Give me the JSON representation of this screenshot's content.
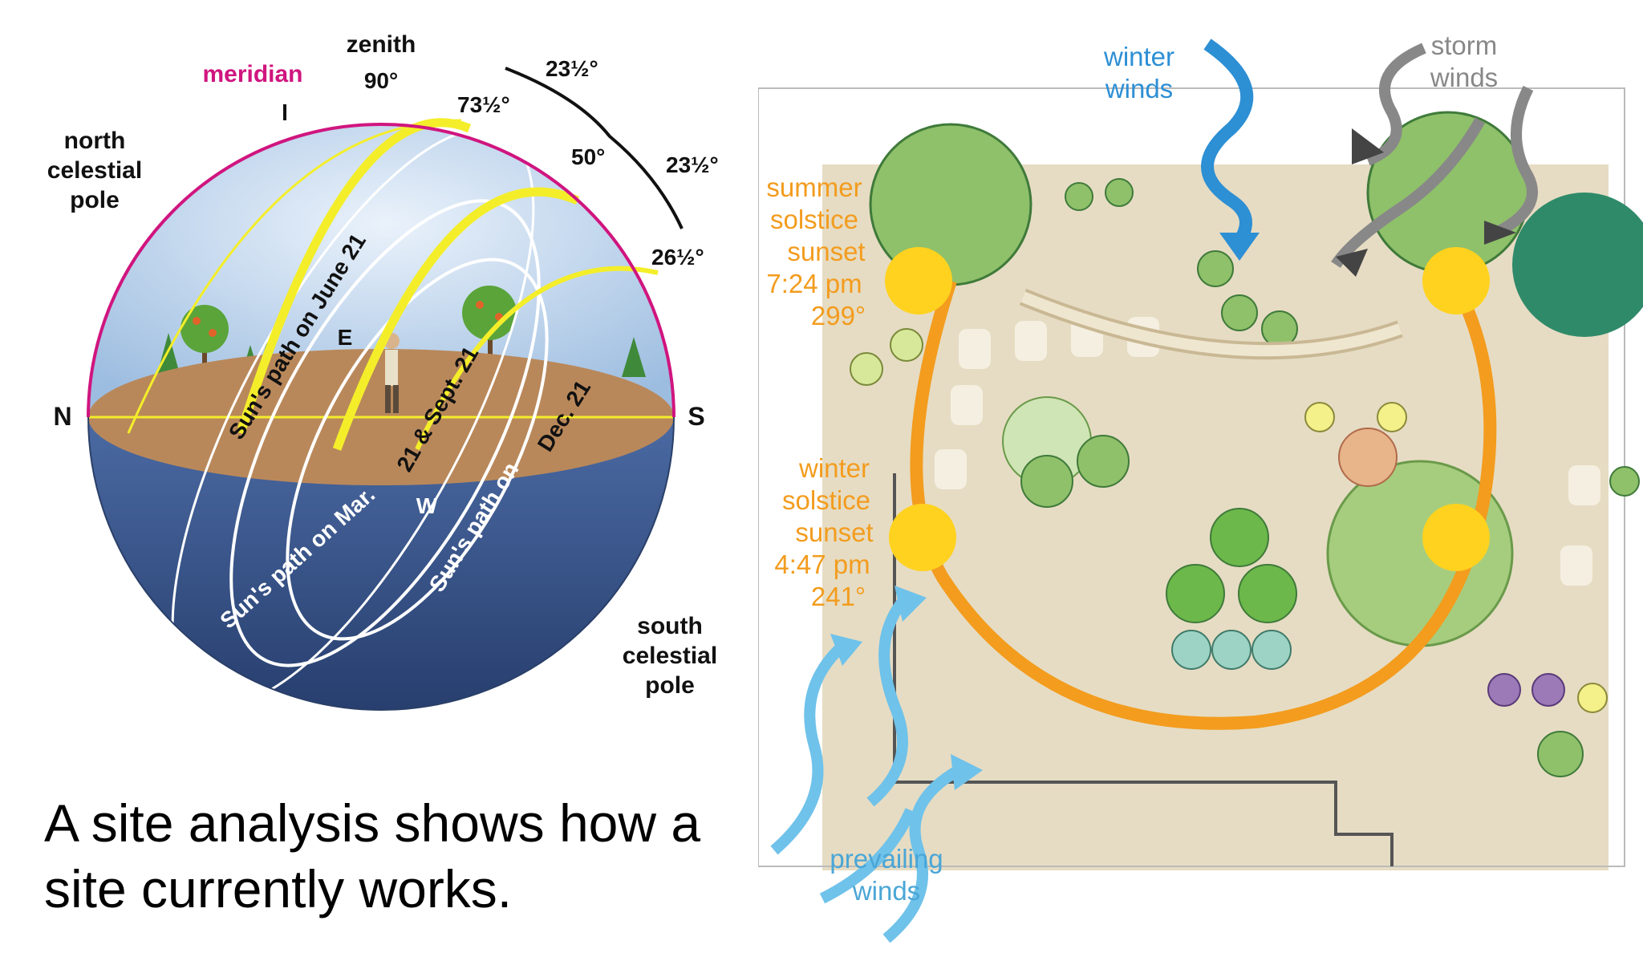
{
  "sphere": {
    "labels": {
      "zenith": "zenith",
      "meridian": "meridian",
      "north_celestial_pole": [
        "north",
        "celestial",
        "pole"
      ],
      "south_celestial_pole": [
        "south",
        "celestial",
        "pole"
      ],
      "N": "N",
      "S": "S",
      "E": "E",
      "W": "W"
    },
    "angles": {
      "a90": "90°",
      "a73": "73½°",
      "a50": "50°",
      "a26": "26½°",
      "a23_top": "23½°",
      "a23_mid": "23½°"
    },
    "paths": {
      "june": "Sun's path on June 21",
      "equinox_top": "21 & Sept. 21",
      "equinox_bottom": "Sun's path on Mar.",
      "december_top": "Dec. 21",
      "december_bottom": "Sun's path on"
    },
    "colors": {
      "meridian": "#d0157f",
      "sun_path": "#f4ee2a",
      "ground": "#b9885a",
      "lower_sphere": "#3c5a8f",
      "upper_sky": "#c9dbef"
    }
  },
  "site": {
    "labels": {
      "winter_winds": [
        "winter",
        "winds"
      ],
      "storm_winds": [
        "storm",
        "winds"
      ],
      "summer_sunset": [
        "summer",
        "solstice",
        "sunset",
        "7:24 pm",
        "299°"
      ],
      "winter_sunset": [
        "winter",
        "solstice",
        "sunset",
        "4:47 pm",
        "241°"
      ],
      "prevailing_winds": [
        "prevailing",
        "winds"
      ]
    },
    "colors": {
      "sun_arc": "#f39c1e",
      "sun_marker": "#ffd21f",
      "winter_wind": "#2d8fd4",
      "prevailing_wind": "#6fc2ea",
      "storm_wind": "#888888",
      "garden_ground": "#e6dcc3"
    }
  },
  "caption": "A site analysis shows how a site currently works."
}
